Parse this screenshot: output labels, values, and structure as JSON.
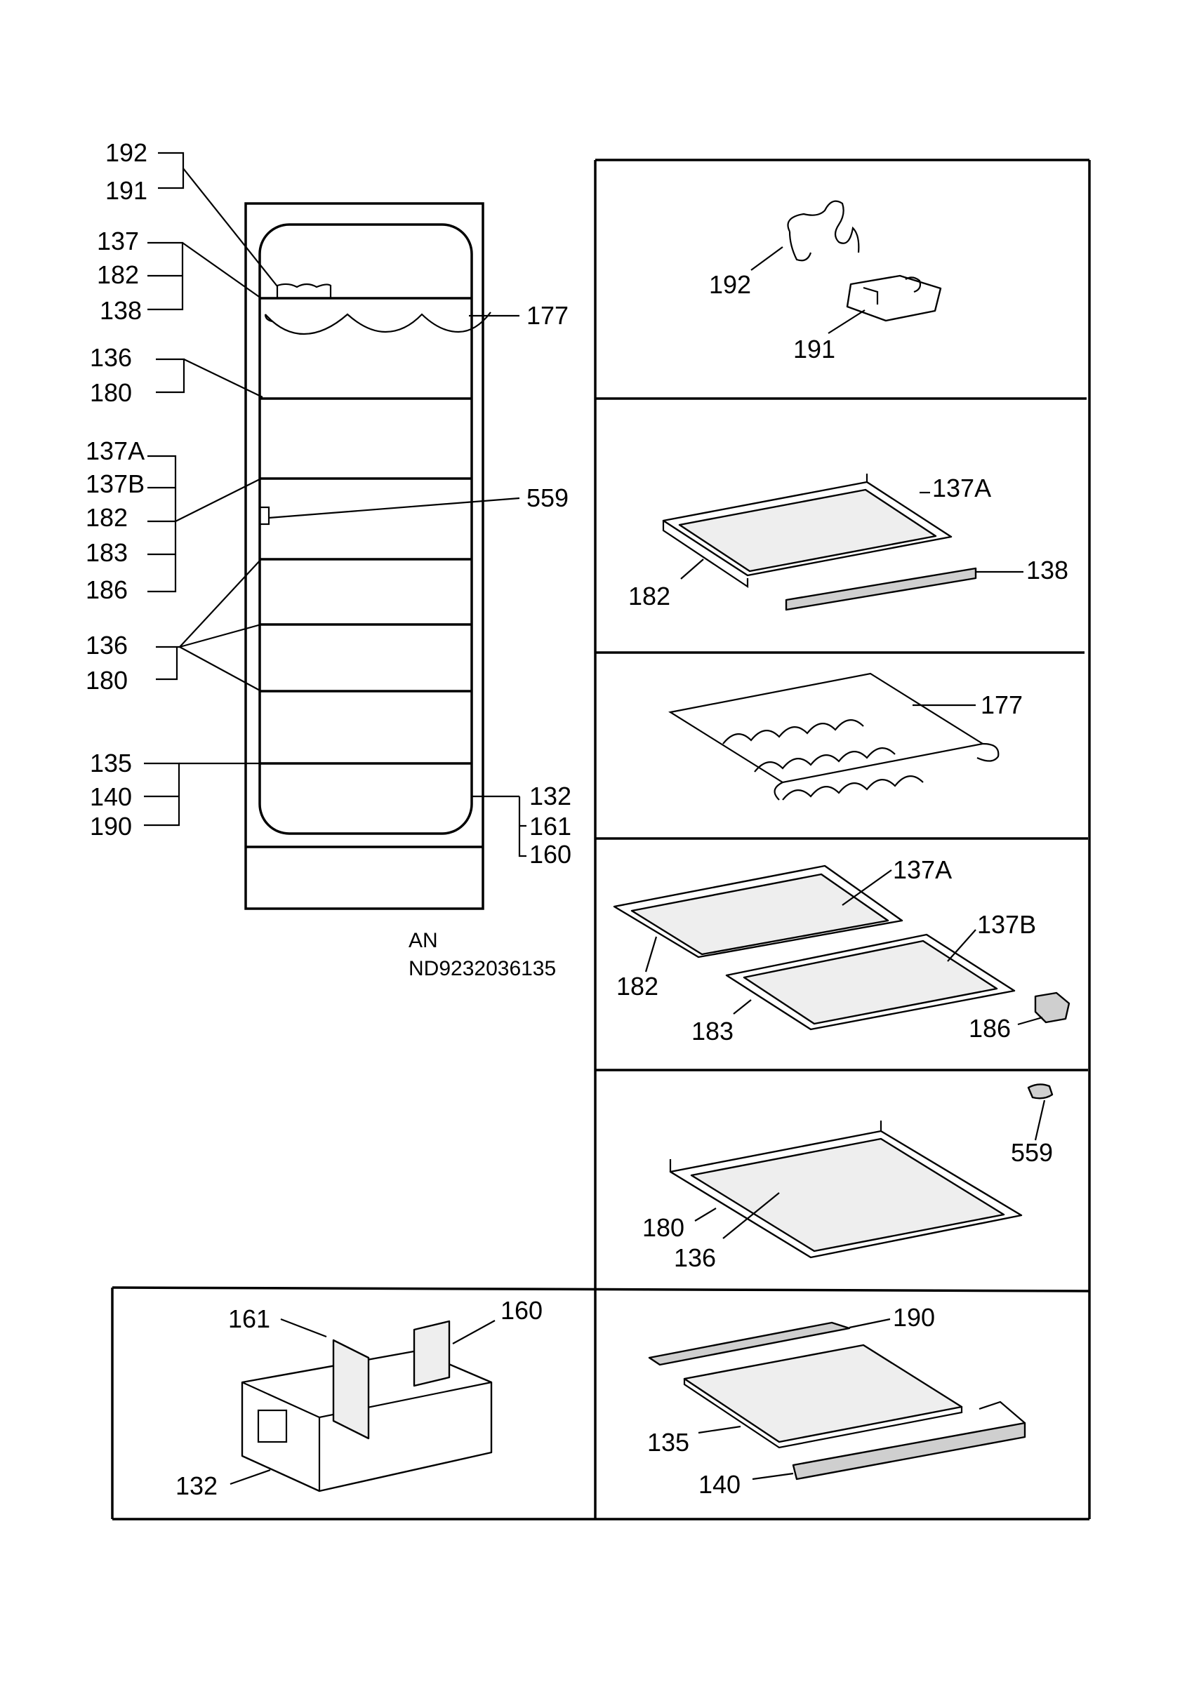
{
  "cabinet": {
    "labels_left": [
      "192",
      "191",
      "137",
      "182",
      "138",
      "136",
      "180",
      "137A",
      "137B",
      "182",
      "183",
      "186",
      "136",
      "180",
      "135",
      "140",
      "190"
    ],
    "labels_right": [
      "177",
      "559",
      "132",
      "161",
      "160"
    ]
  },
  "drawing_code": {
    "line1": "AN",
    "line2": "ND9232036135"
  },
  "panels": {
    "p1": {
      "labels": [
        "192",
        "191"
      ]
    },
    "p2": {
      "labels": [
        "137A",
        "138",
        "182"
      ]
    },
    "p3": {
      "labels": [
        "177"
      ]
    },
    "p4": {
      "labels": [
        "137A",
        "137B",
        "182",
        "183",
        "186"
      ]
    },
    "p5": {
      "labels": [
        "559",
        "180",
        "136"
      ]
    },
    "p6": {
      "labels": [
        "161",
        "160",
        "132"
      ]
    },
    "p7": {
      "labels": [
        "190",
        "135",
        "140"
      ]
    }
  }
}
